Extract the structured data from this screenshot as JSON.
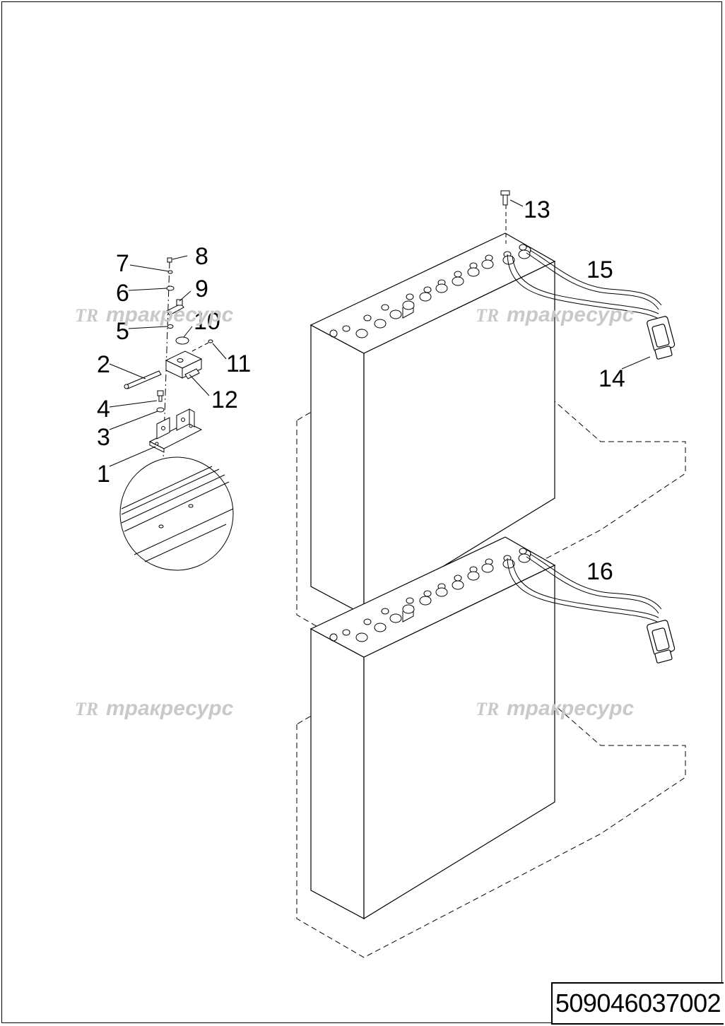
{
  "document": {
    "number": "509046037002"
  },
  "watermark": {
    "logo": "TR",
    "text": "тракресурс"
  },
  "callouts": [
    "1",
    "2",
    "3",
    "4",
    "5",
    "6",
    "7",
    "8",
    "9",
    "10",
    "11",
    "12",
    "13",
    "14",
    "15",
    "16"
  ]
}
